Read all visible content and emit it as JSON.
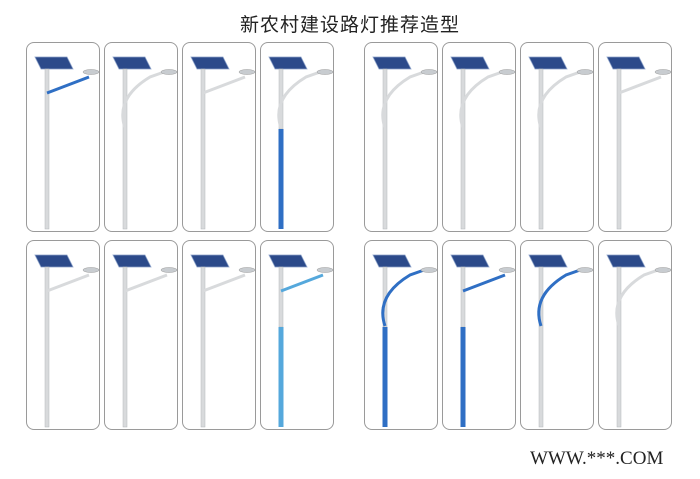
{
  "title": "新农村建设路灯推荐造型",
  "watermark": "WWW.***.COM",
  "colors": {
    "pole": "#d8dadc",
    "panel": "#2c4a8a",
    "blue": "#2f6fc4",
    "lightblue": "#55a8dc",
    "lamp": "#c8ccd0"
  },
  "lamps": [
    {
      "arm": "blue",
      "pole": "pole",
      "style": "straight"
    },
    {
      "arm": "pole",
      "pole": "pole",
      "style": "curve"
    },
    {
      "arm": "pole",
      "pole": "pole",
      "style": "straight"
    },
    {
      "arm": "pole",
      "pole": "blue",
      "style": "curve"
    },
    {
      "arm": "pole",
      "pole": "pole",
      "style": "curve"
    },
    {
      "arm": "pole",
      "pole": "pole",
      "style": "curve"
    },
    {
      "arm": "pole",
      "pole": "pole",
      "style": "curve"
    },
    {
      "arm": "pole",
      "pole": "pole",
      "style": "straight"
    },
    {
      "arm": "pole",
      "pole": "pole",
      "style": "straight"
    },
    {
      "arm": "pole",
      "pole": "pole",
      "style": "straight"
    },
    {
      "arm": "pole",
      "pole": "pole",
      "style": "straight"
    },
    {
      "arm": "lightblue",
      "pole": "lightblue",
      "style": "straight"
    },
    {
      "arm": "blue",
      "pole": "blue",
      "style": "curve"
    },
    {
      "arm": "blue",
      "pole": "blue",
      "style": "straight"
    },
    {
      "arm": "blue",
      "pole": "pole",
      "style": "curve"
    },
    {
      "arm": "pole",
      "pole": "pole",
      "style": "curve"
    }
  ]
}
